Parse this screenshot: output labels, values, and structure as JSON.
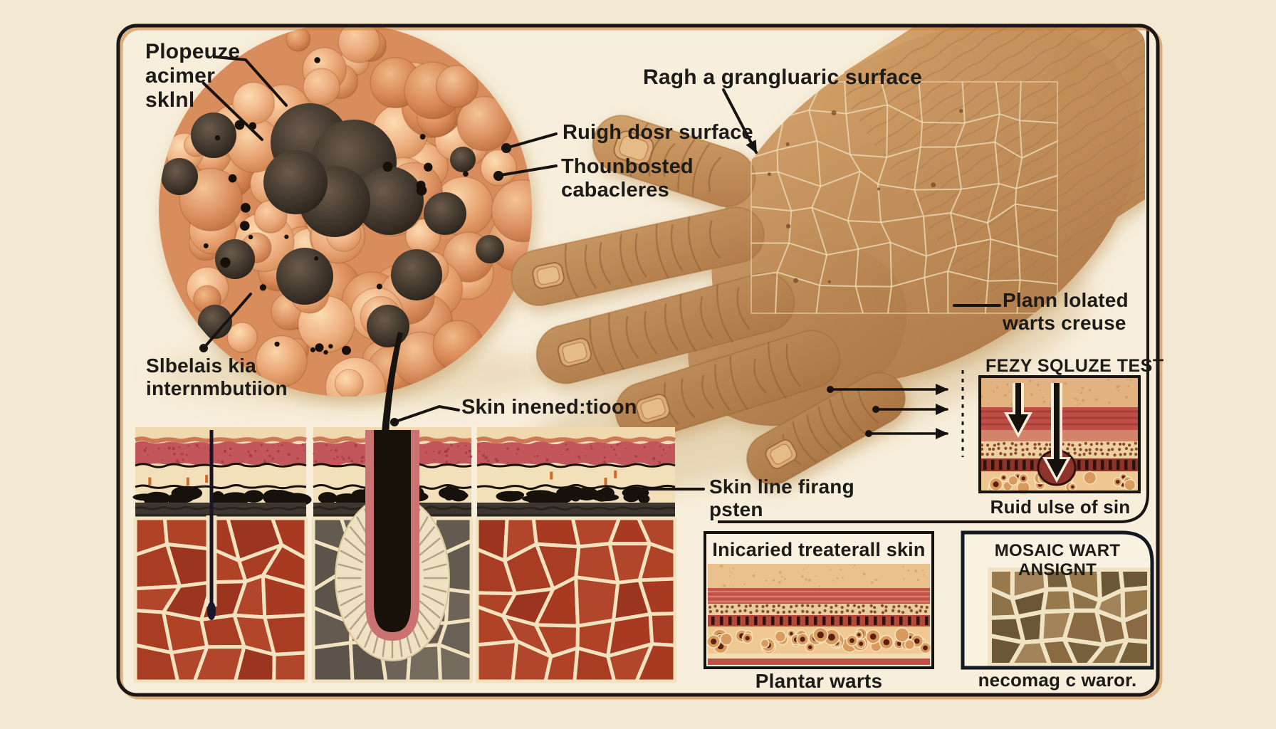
{
  "palette": {
    "background": "#f3e9d2",
    "panel": "#f7eedb",
    "frame_ink": "#1c1712",
    "label_ink": "#1d1b18",
    "hand_skin": "#c4915c",
    "wart_base": "#d98c5c",
    "wart_dark_dome": "#2a2119",
    "dermis_red": "#a93a22",
    "dermis_gray": "#6e6358",
    "epidermis_pink": "#c2565a",
    "inset_red": "#bf4f46",
    "mosaic_brown": "#8a6a42",
    "grout_cream": "#f2e3c0"
  },
  "labels": {
    "closeup": "Plopeuze\nacimer\nsklnl",
    "rough_surface": "Ruigh dosr surface",
    "thrombosed": "Thounbosted\ncabacleres",
    "granular": "Ragh a grangluaric surface",
    "distribution": "Slbelais kia\ninternmbutiion",
    "infection": "Skin inened:tioon",
    "plantar_located": "Plann lolated\nwarts creuse",
    "skin_lines": "Skin line firang\npsten"
  },
  "squeeze_test": {
    "title": "FEZY SQLUZE TEST",
    "caption": "Ruid ulse of sin"
  },
  "treated_skin_box": {
    "title": "Inicaried treaterall skin",
    "caption": "Plantar warts"
  },
  "mosaic_box": {
    "title": "MOSAIC WART ANSIGNT",
    "caption": "necomag c waror."
  }
}
